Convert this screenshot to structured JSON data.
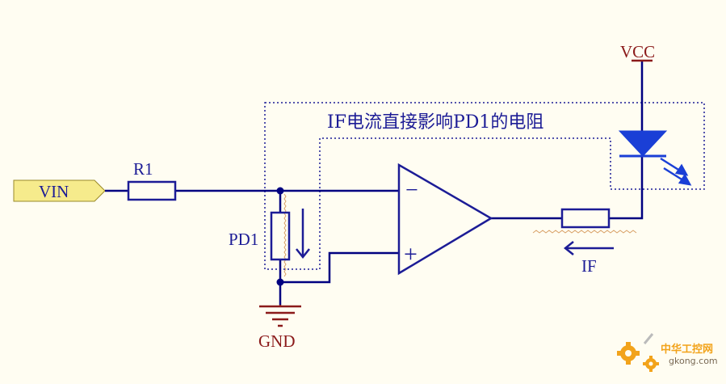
{
  "labels": {
    "vin": "VIN",
    "r1": "R1",
    "pd1": "PD1",
    "gnd": "GND",
    "vcc": "VCC",
    "if_current": "IF",
    "annotation": "IF电流直接影响PD1的电阻",
    "opamp_minus": "−",
    "opamp_plus": "+"
  },
  "watermark": {
    "title": "中华工控网",
    "url": "gkong.com"
  },
  "colors": {
    "wire": "#000080",
    "component": "#1c1c96",
    "power": "#8b1a1a",
    "led": "#1a3fd6",
    "vin_fill": "#f6eb8c",
    "annotation_border": "#1c1c96",
    "squiggle": "#d9a066"
  }
}
